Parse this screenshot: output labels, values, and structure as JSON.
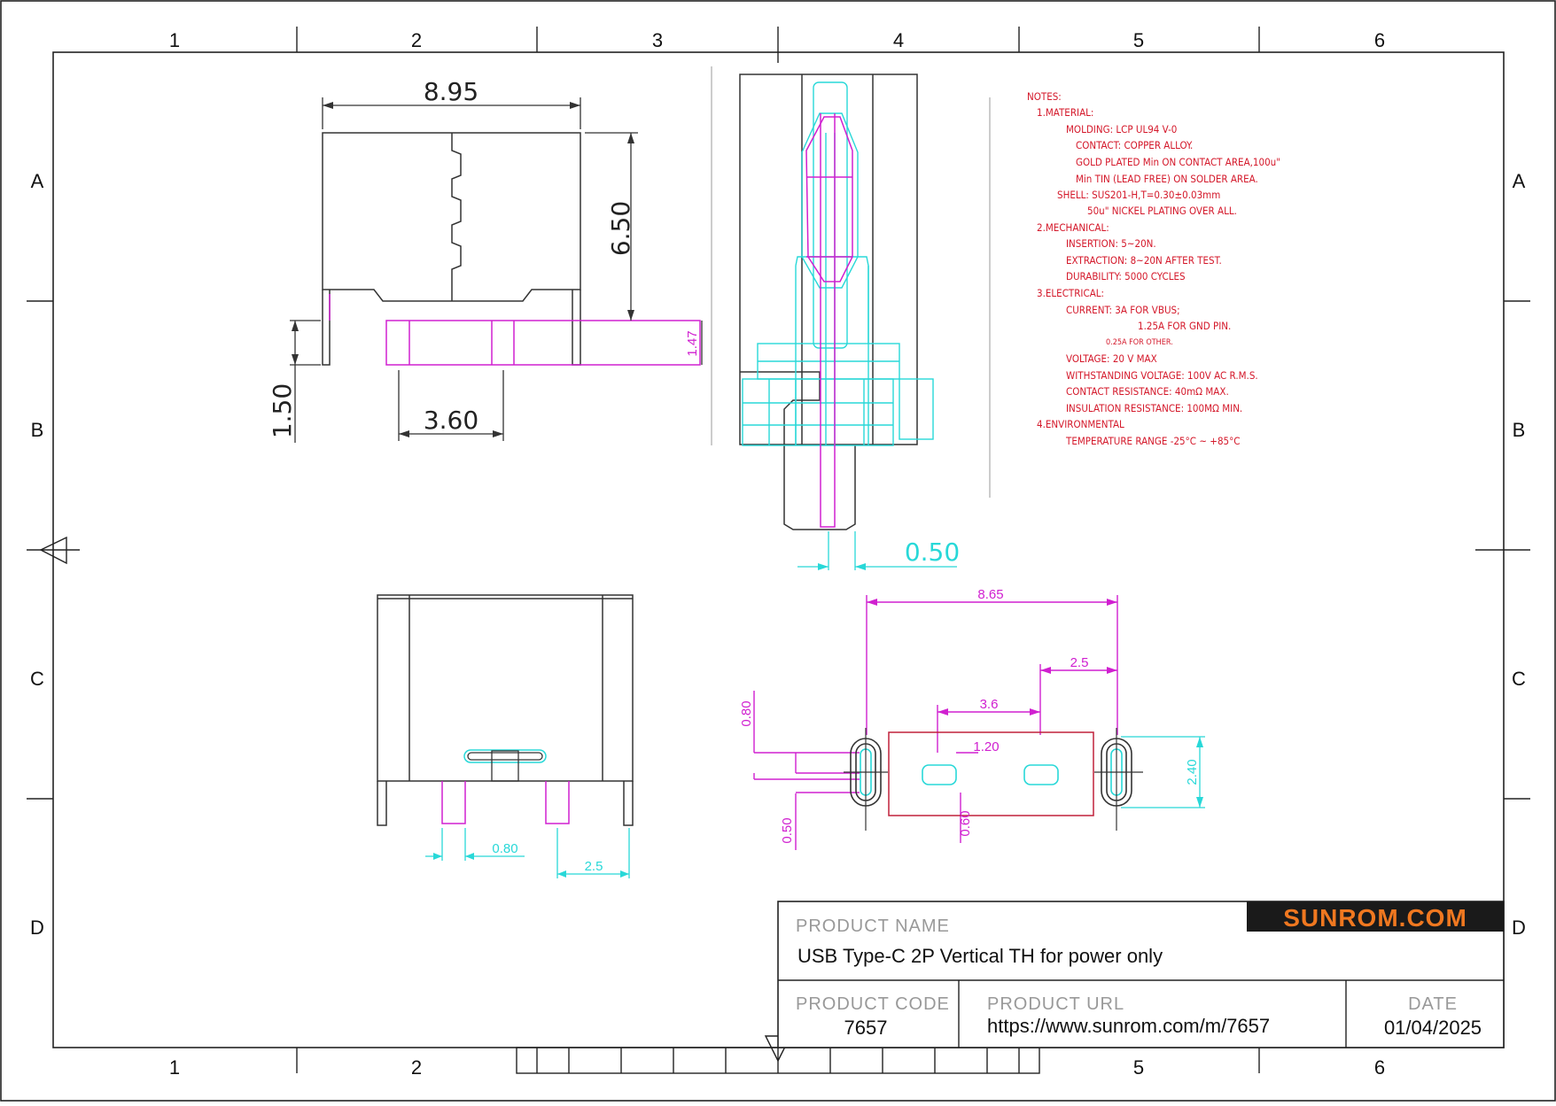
{
  "border": {
    "columns": [
      "1",
      "2",
      "3",
      "4",
      "5",
      "6"
    ],
    "rows": [
      "A",
      "B",
      "C",
      "D"
    ],
    "bottom_columns": [
      "1",
      "2",
      "",
      "",
      "5",
      "6"
    ]
  },
  "colors": {
    "line": "#333333",
    "dimension": "#d020d0",
    "cyan": "#28d8d8",
    "notes": "#d4182a",
    "brand_bg": "#1a1a1a",
    "brand_fg": "#f07820"
  },
  "views": {
    "front": {
      "dim_width": "8.95",
      "dim_height": "6.50",
      "dim_pin": "1.50",
      "dim_pitch": "3.60",
      "dim_thick": "1.47"
    },
    "side": {
      "dim_pin": "0.50"
    },
    "bottom": {
      "dim_pin": "0.80",
      "dim_pitch": "2.5"
    },
    "footprint": {
      "dim_total": "8.65",
      "dim_pad_gap": "2.5",
      "dim_pad_pitch": "3.6",
      "dim_pad": "1.20",
      "dim_left": "0.80",
      "dim_height": "2.40",
      "dim_slot": "0.50",
      "dim_pad_h": "0.60"
    }
  },
  "notes": {
    "title": "NOTES:",
    "lines": [
      "1.MATERIAL:",
      "MOLDING: LCP UL94 V-0",
      "CONTACT: COPPER ALLOY.",
      "GOLD PLATED Min ON CONTACT AREA,100u\"",
      "Min TIN (LEAD FREE) ON SOLDER AREA.",
      "SHELL: SUS201-H,T=0.30±0.03mm",
      "50u\" NICKEL PLATING OVER ALL.",
      "2.MECHANICAL:",
      "INSERTION: 5~20N.",
      "EXTRACTION: 8~20N AFTER TEST.",
      "DURABILITY: 5000 CYCLES",
      "3.ELECTRICAL:",
      "CURRENT: 3A FOR VBUS;",
      "1.25A FOR GND PIN.",
      "0.25A FOR OTHER.",
      "VOLTAGE: 20 V MAX",
      "WITHSTANDING VOLTAGE: 100V AC R.M.S.",
      "CONTACT RESISTANCE: 40mΩ MAX.",
      "INSULATION RESISTANCE: 100MΩ MIN.",
      "4.ENVIRONMENTAL",
      "TEMPERATURE RANGE -25°C ~ +85°C"
    ]
  },
  "title_block": {
    "brand": "SUNROM.COM",
    "product_name_label": "PRODUCT NAME",
    "product_name": "USB Type-C 2P Vertical TH for power only",
    "product_code_label": "PRODUCT CODE",
    "product_code": "7657",
    "product_url_label": "PRODUCT URL",
    "product_url": "https://www.sunrom.com/m/7657",
    "date_label": "DATE",
    "date": "01/04/2025"
  }
}
